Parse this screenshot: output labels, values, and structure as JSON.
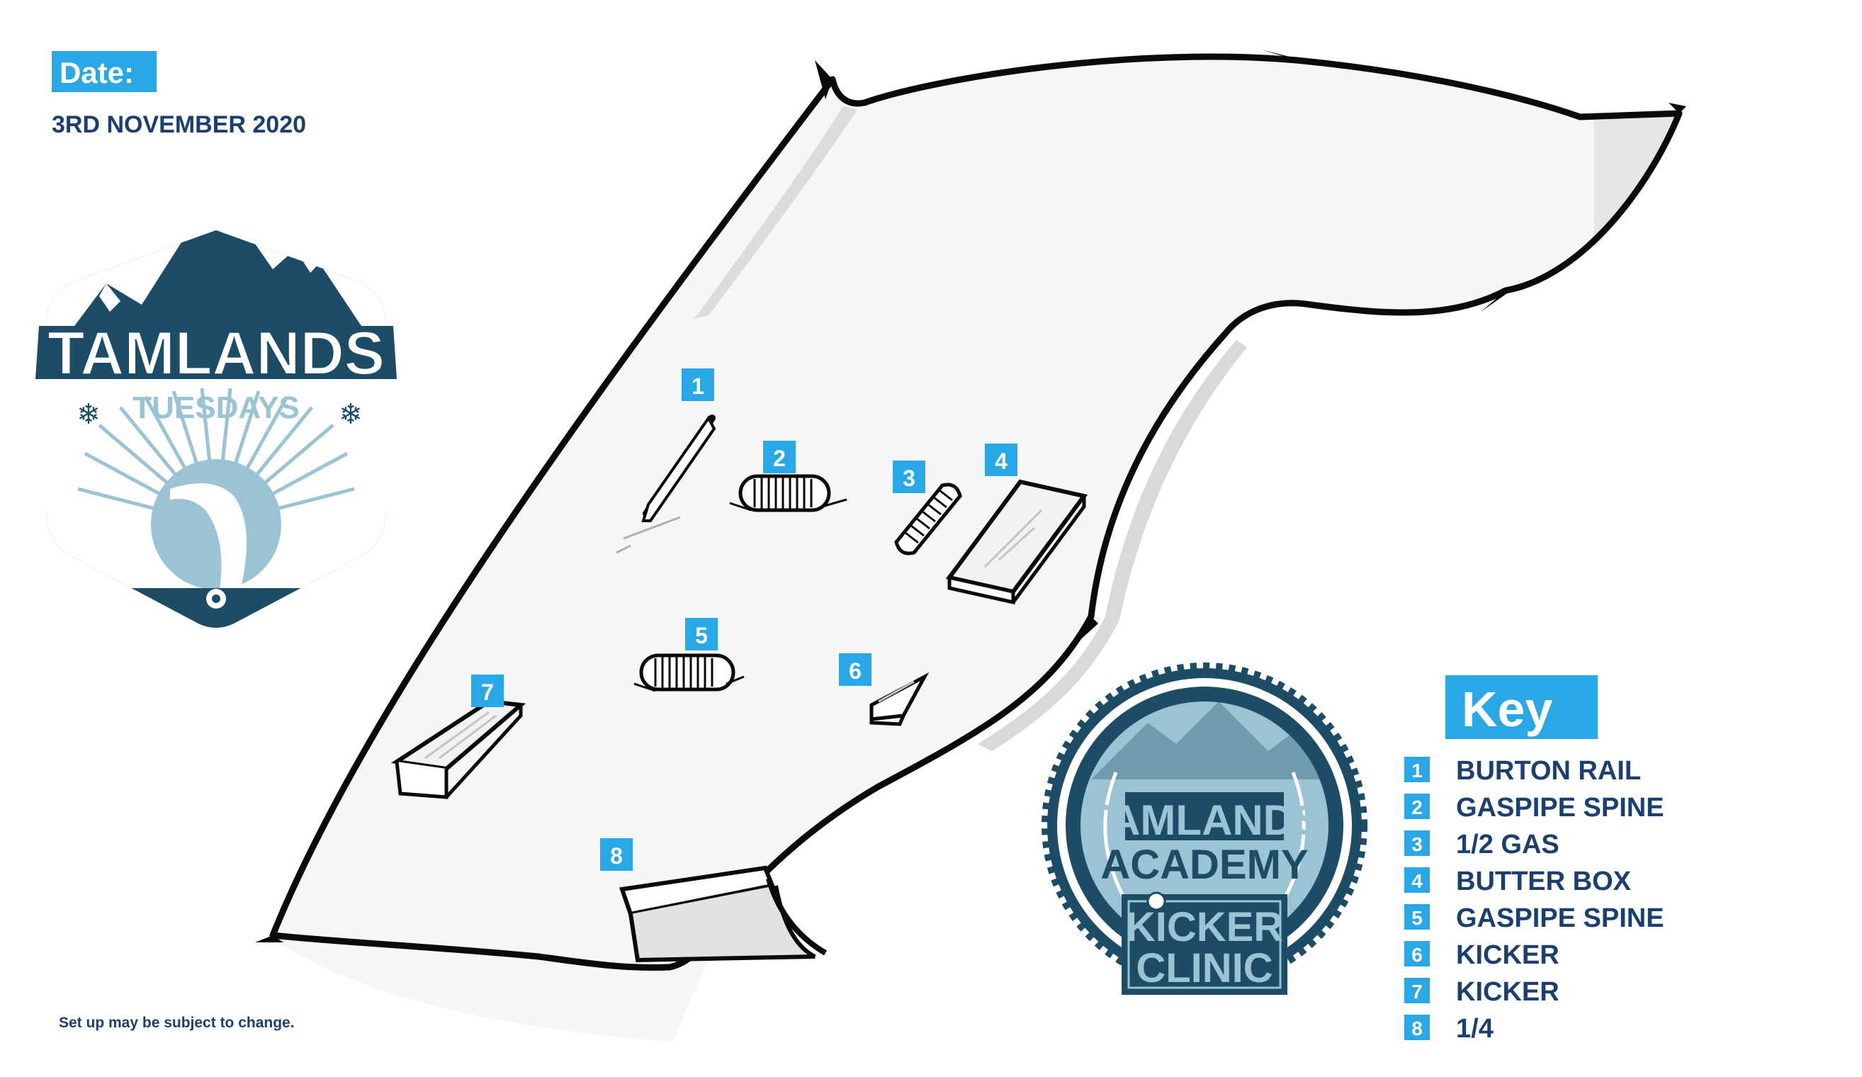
{
  "header": {
    "date_label": "Date:",
    "date_value": "3RD NOVEMBER 2020"
  },
  "footer": {
    "disclaimer": "Set up may be subject to change."
  },
  "brand": {
    "tuesdays_logo_name": "TAMLANDS",
    "tuesdays_logo_sub": "TUESDAYS",
    "academy_logo_line1": "TAMLANDS",
    "academy_logo_line2": "ACADEMY",
    "academy_logo_line3": "KICKER",
    "academy_logo_line4": "CLINIC"
  },
  "colors": {
    "brand_blue": "#1d7ecf",
    "dark_navy": "#1b3f6e",
    "light_blue": "#29a8e8",
    "teal_dark": "#1d4d66",
    "teal_light": "#9ac4d4"
  },
  "map": {
    "features": [
      {
        "number": "1",
        "label": "BURTON RAIL",
        "icon": "rail-icon"
      },
      {
        "number": "2",
        "label": "GASPIPE SPINE",
        "icon": "gaspipe-icon"
      },
      {
        "number": "3",
        "label": "1/2 GAS",
        "icon": "half-gas-icon"
      },
      {
        "number": "4",
        "label": "BUTTER BOX",
        "icon": "box-icon"
      },
      {
        "number": "5",
        "label": "GASPIPE SPINE",
        "icon": "gaspipe-icon"
      },
      {
        "number": "6",
        "label": "KICKER",
        "icon": "kicker-icon"
      },
      {
        "number": "7",
        "label": "KICKER",
        "icon": "kicker-icon"
      },
      {
        "number": "8",
        "label": "1/4",
        "icon": "quarter-pipe-icon"
      }
    ]
  },
  "key": {
    "title": "Key",
    "items": [
      {
        "number": "1",
        "label": "BURTON RAIL"
      },
      {
        "number": "2",
        "label": "GASPIPE SPINE"
      },
      {
        "number": "3",
        "label": "1/2 GAS"
      },
      {
        "number": "4",
        "label": "BUTTER BOX"
      },
      {
        "number": "5",
        "label": "GASPIPE SPINE"
      },
      {
        "number": "6",
        "label": "KICKER"
      },
      {
        "number": "7",
        "label": "KICKER"
      },
      {
        "number": "8",
        "label": "1/4"
      }
    ]
  }
}
